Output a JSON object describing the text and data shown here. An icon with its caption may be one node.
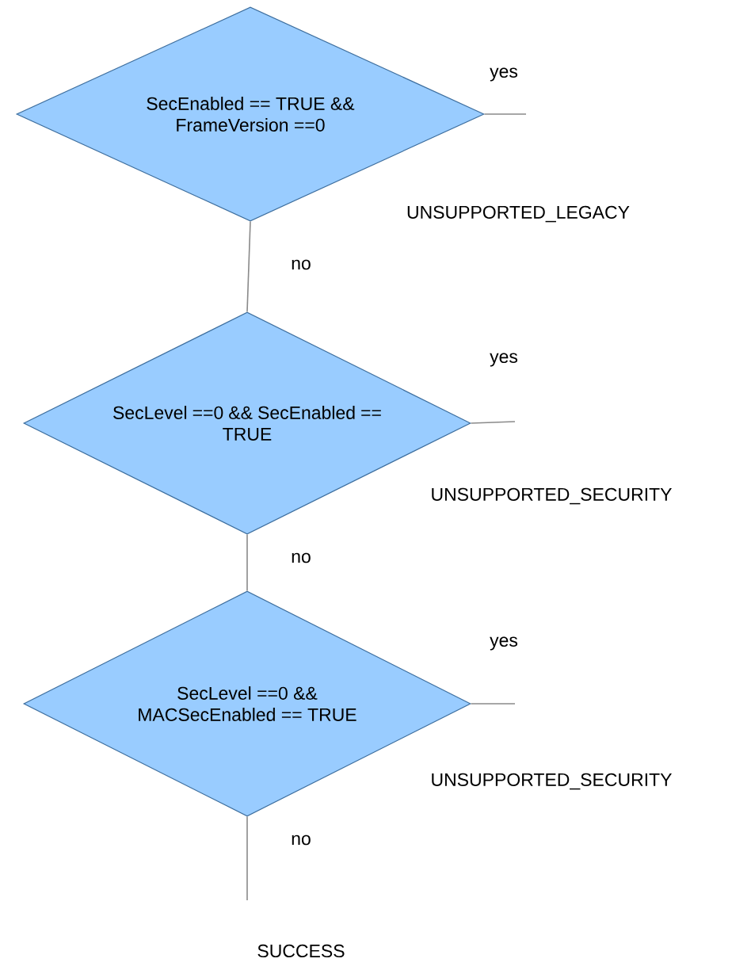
{
  "diagram": {
    "nodes": [
      {
        "text": [
          "SecEnabled == TRUE && FrameVersion ==0"
        ]
      },
      {
        "text": [
          "SecLevel ==0 && SecEnabled == TRUE"
        ]
      },
      {
        "text": [
          "SecLevel ==0 && MACSecEnabled == TRUE"
        ]
      }
    ],
    "edges": [
      {
        "from": 0,
        "to": null,
        "arrow": "none",
        "label": "yes"
      },
      {
        "from": 0,
        "to": 1,
        "arrow": "none",
        "label": "no"
      },
      {
        "from": 1,
        "to": null,
        "arrow": "none",
        "label": "yes"
      },
      {
        "from": 1,
        "to": 2,
        "arrow": "none",
        "label": "no"
      },
      {
        "from": 2,
        "to": null,
        "arrow": "none",
        "label": "yes"
      },
      {
        "from": 2,
        "to": null,
        "arrow": "none",
        "label": "no"
      }
    ],
    "labels": [
      "UNSUPPORTED_LEGACY",
      "UNSUPPORTED_SECURITY",
      "UNSUPPORTED_SECURITY",
      "SUCCESS"
    ]
  }
}
